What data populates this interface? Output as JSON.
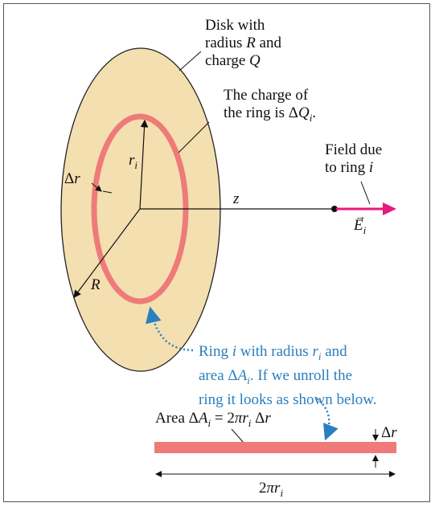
{
  "disk_label": {
    "line1": "Disk with",
    "line2_pre": "radius ",
    "line2_var": "R",
    "line2_post": " and",
    "line3_pre": "charge ",
    "line3_var": "Q"
  },
  "ring_charge_label": {
    "line1": "The charge of",
    "line2_pre": "the ring is Δ",
    "line2_var": "Q",
    "line2_sub": "i",
    "line2_post": "."
  },
  "field_label": {
    "line1": "Field due",
    "line2_pre": "to ring ",
    "line2_var": "i"
  },
  "vector_label": {
    "var": "E",
    "sub": "i"
  },
  "ri_label": {
    "var": "r",
    "sub": "i"
  },
  "dr_label": {
    "pre": "Δ",
    "var": "r"
  },
  "z_label": "z",
  "R_label": "R",
  "ring_label": {
    "line1_pre": "Ring ",
    "line1_var": "i",
    "line1_mid": " with radius ",
    "line1_var2": "r",
    "line1_sub": "i",
    "line1_post": " and",
    "line2_pre": "area Δ",
    "line2_var": "A",
    "line2_sub": "i",
    "line2_post": ". If we unroll the",
    "line3": "ring it looks as shown below."
  },
  "area_label": {
    "pre": "Area Δ",
    "var": "A",
    "sub": "i",
    "eq": " = 2",
    "pi": "π",
    "var2": "r",
    "sub2": "i",
    "post": " Δ",
    "var3": "r"
  },
  "strip_dr_label": {
    "pre": "Δ",
    "var": "r"
  },
  "length_label": {
    "pre": "2",
    "pi": "π",
    "var": "r",
    "sub": "i"
  },
  "colors": {
    "disk_fill": "#f4dfb0",
    "ring": "#ee7b79",
    "field_arrow": "#e6197c",
    "callout": "#2a7fbf"
  }
}
